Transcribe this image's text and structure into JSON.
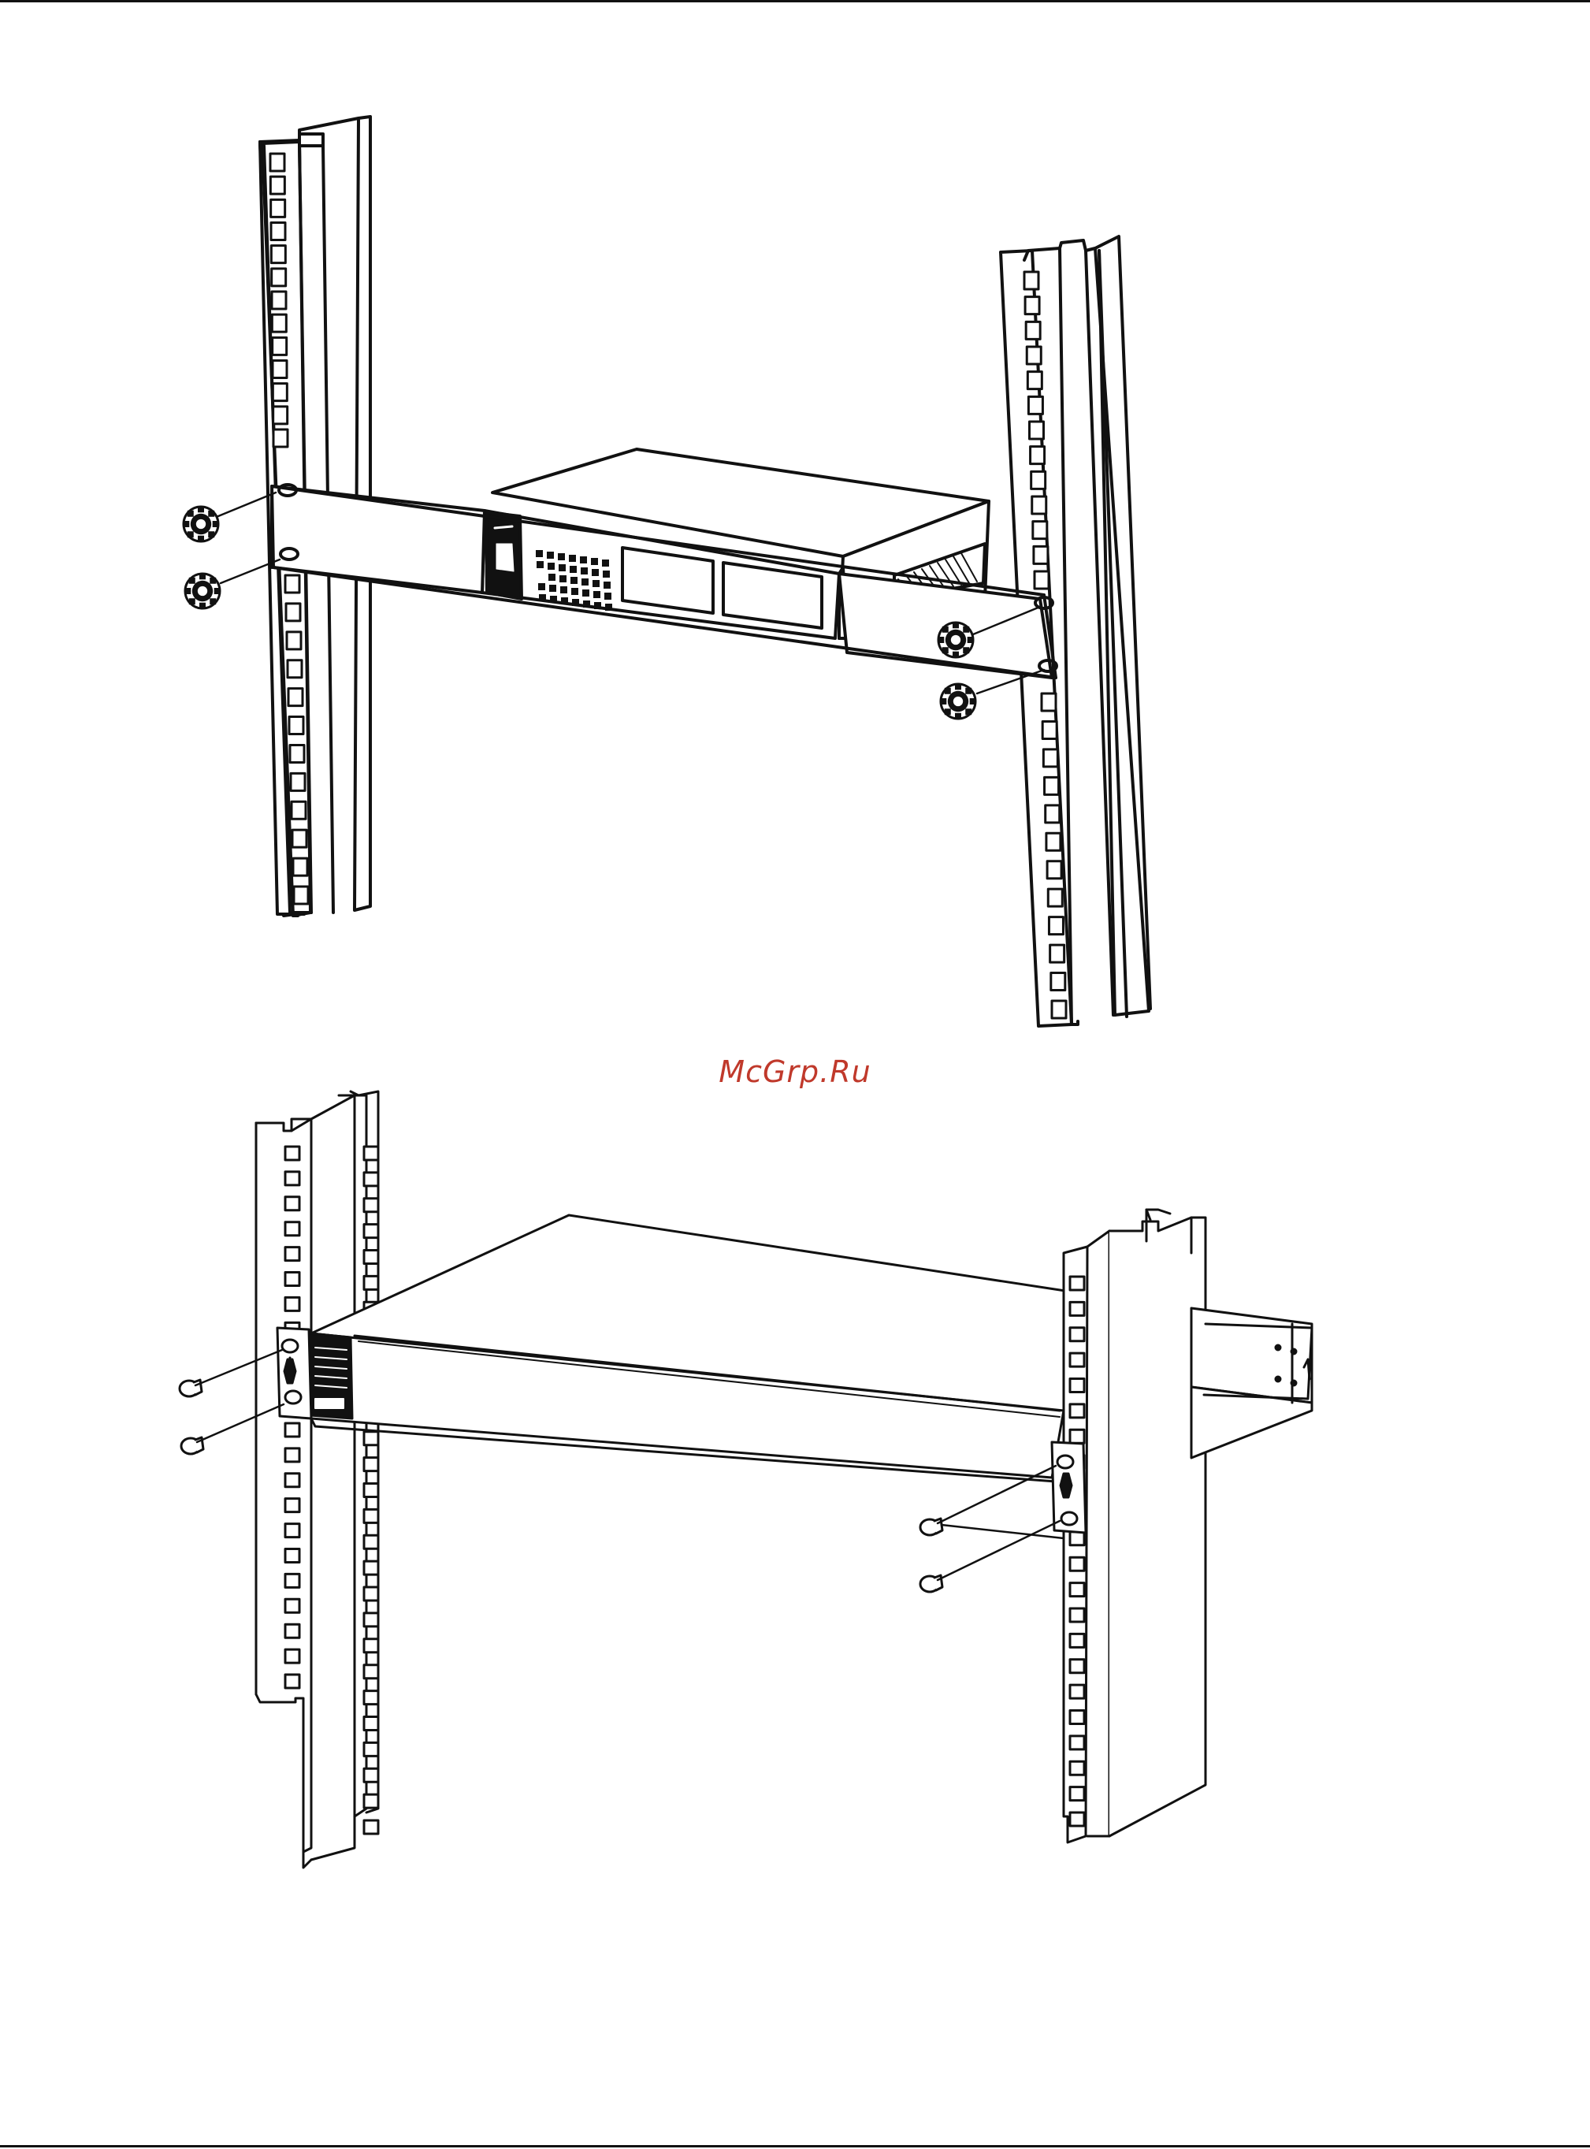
{
  "watermark": {
    "text": "McGrp.Ru"
  },
  "figures": [
    {
      "name": "rack-mount-front-brackets"
    },
    {
      "name": "rack-mount-side-brackets"
    }
  ],
  "colors": {
    "line": "#111111",
    "watermark": "#c0392b",
    "background": "#ffffff"
  }
}
